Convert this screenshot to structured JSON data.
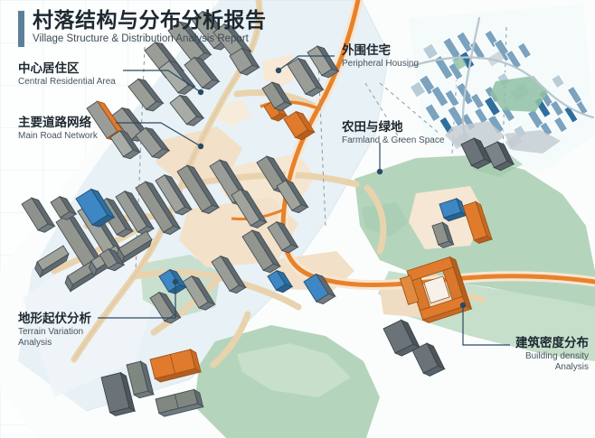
{
  "header": {
    "title_cn": "村落结构与分布分析报告",
    "title_en": "Village Structure & Distribution Analysis Report",
    "accent_color": "#5d7f99"
  },
  "annotations": [
    {
      "id": "central",
      "cn": "中心居住区",
      "en": "Central Residential Area"
    },
    {
      "id": "road",
      "cn": "主要道路网络",
      "en": "Main Road Network"
    },
    {
      "id": "terrain",
      "cn": "地形起伏分析",
      "en": "Terrain Variation\nAnalysis"
    },
    {
      "id": "periph",
      "cn": "外围住宅",
      "en": "Peripheral Housing"
    },
    {
      "id": "farm",
      "cn": "农田与绿地",
      "en": "Farmland & Green Space"
    },
    {
      "id": "density",
      "cn": "建筑密度分布",
      "en": "Building density\nAnalysis"
    }
  ],
  "palette": {
    "background": "#fdfefe",
    "grid_line": "#e4edf1",
    "ground_pale": "#eaf2f5",
    "ground_tan": "#f2e0c8",
    "green_space": "#b4d5bc",
    "green_space_light": "#cfe3d2",
    "road_main": "#e8822a",
    "road_minor": "#edd7b6",
    "building_roof": "#8f928c",
    "building_roof_light": "#a9aca6",
    "building_side": "#5f6a70",
    "building_accent_orange": "#e07a2d",
    "building_accent_blue": "#3d87c4",
    "building_flat_blue": "#7ba3bf",
    "building_flat_deep": "#2f6f9e",
    "teal_marker": "#3e8d8a",
    "leader_line": "#2b4a63",
    "text_dark": "#1d2830",
    "text_muted": "#46555f"
  },
  "map": {
    "type": "axonometric-village-plan",
    "view_label": "village structure map",
    "regions": [
      "central-residential-cluster",
      "peripheral-housing-cluster",
      "farmland-green-space",
      "main-road-network",
      "terrain-slope-band",
      "building-density-zone"
    ]
  }
}
